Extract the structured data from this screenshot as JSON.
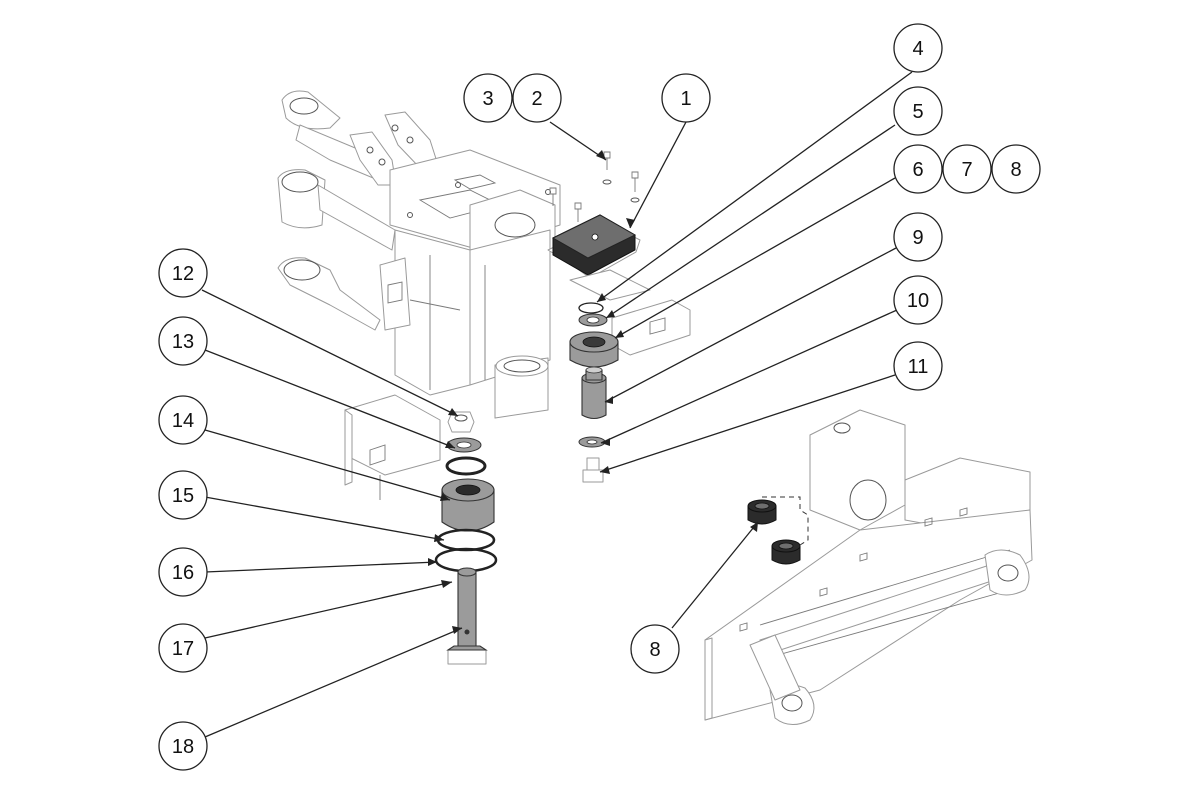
{
  "callouts": [
    {
      "id": "c1",
      "label": "1"
    },
    {
      "id": "c2",
      "label": "2"
    },
    {
      "id": "c3",
      "label": "3"
    },
    {
      "id": "c4",
      "label": "4"
    },
    {
      "id": "c5",
      "label": "5"
    },
    {
      "id": "c6",
      "label": "6"
    },
    {
      "id": "c7",
      "label": "7"
    },
    {
      "id": "c8a",
      "label": "8"
    },
    {
      "id": "c9",
      "label": "9"
    },
    {
      "id": "c10",
      "label": "10"
    },
    {
      "id": "c11",
      "label": "11"
    },
    {
      "id": "c12",
      "label": "12"
    },
    {
      "id": "c13",
      "label": "13"
    },
    {
      "id": "c14",
      "label": "14"
    },
    {
      "id": "c15",
      "label": "15"
    },
    {
      "id": "c16",
      "label": "16"
    },
    {
      "id": "c17",
      "label": "17"
    },
    {
      "id": "c18",
      "label": "18"
    },
    {
      "id": "c8b",
      "label": "8"
    }
  ],
  "colors": {
    "line": "#222222",
    "part_outline": "#4a4a4a",
    "dark_part": "#2b2b2b",
    "grey_part": "#9b9b9b"
  }
}
